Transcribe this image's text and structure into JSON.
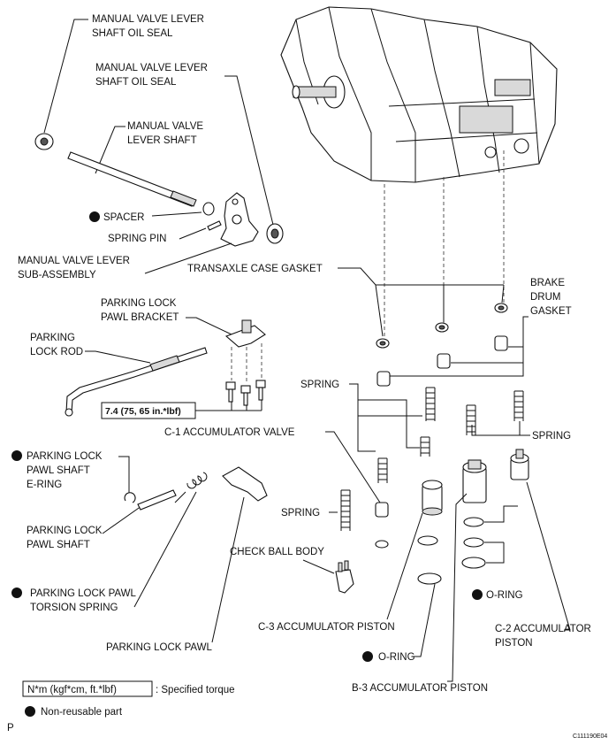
{
  "labels": {
    "oil_seal_1_line1": "MANUAL VALVE LEVER",
    "oil_seal_1_line2": "SHAFT OIL SEAL",
    "oil_seal_2_line1": "MANUAL VALVE LEVER",
    "oil_seal_2_line2": "SHAFT OIL SEAL",
    "lever_shaft_line1": "MANUAL VALVE",
    "lever_shaft_line2": "LEVER SHAFT",
    "spacer": "SPACER",
    "spring_pin": "SPRING PIN",
    "lever_sub_line1": "MANUAL VALVE LEVER",
    "lever_sub_line2": "SUB-ASSEMBLY",
    "case_gasket": "TRANSAXLE CASE GASKET",
    "brake_drum_line1": "BRAKE",
    "brake_drum_line2": "DRUM",
    "brake_drum_line3": "GASKET",
    "pawl_bracket_line1": "PARKING LOCK",
    "pawl_bracket_line2": "PAWL BRACKET",
    "lock_rod_line1": "PARKING",
    "lock_rod_line2": "LOCK ROD",
    "torque_value": "7.4 (75, 65 in.*lbf)",
    "spring_1": "SPRING",
    "spring_2": "SPRING",
    "spring_3": "SPRING",
    "c1_valve": "C-1 ACCUMULATOR VALVE",
    "e_ring_line1": "PARKING LOCK",
    "e_ring_line2": "PAWL SHAFT",
    "e_ring_line3": "E-RING",
    "pawl_shaft_line1": "PARKING LOCK",
    "pawl_shaft_line2": "PAWL SHAFT",
    "check_ball": "CHECK BALL BODY",
    "torsion_spring_line1": "PARKING LOCK PAWL",
    "torsion_spring_line2": "TORSION SPRING",
    "oring_1": "O-RING",
    "oring_2": "O-RING",
    "c2_piston_line1": "C-2 ACCUMULATOR",
    "c2_piston_line2": "PISTON",
    "c3_piston": "C-3 ACCUMULATOR PISTON",
    "lock_pawl": "PARKING LOCK PAWL",
    "b3_piston": "B-3 ACCUMULATOR PISTON"
  },
  "legend": {
    "torque_unit": "N*m (kgf*cm, ft.*lbf)",
    "torque_desc": ": Specified torque",
    "non_reusable": "Non-reusable part"
  },
  "corner_mark": "P",
  "figure_code": "C111190E04"
}
